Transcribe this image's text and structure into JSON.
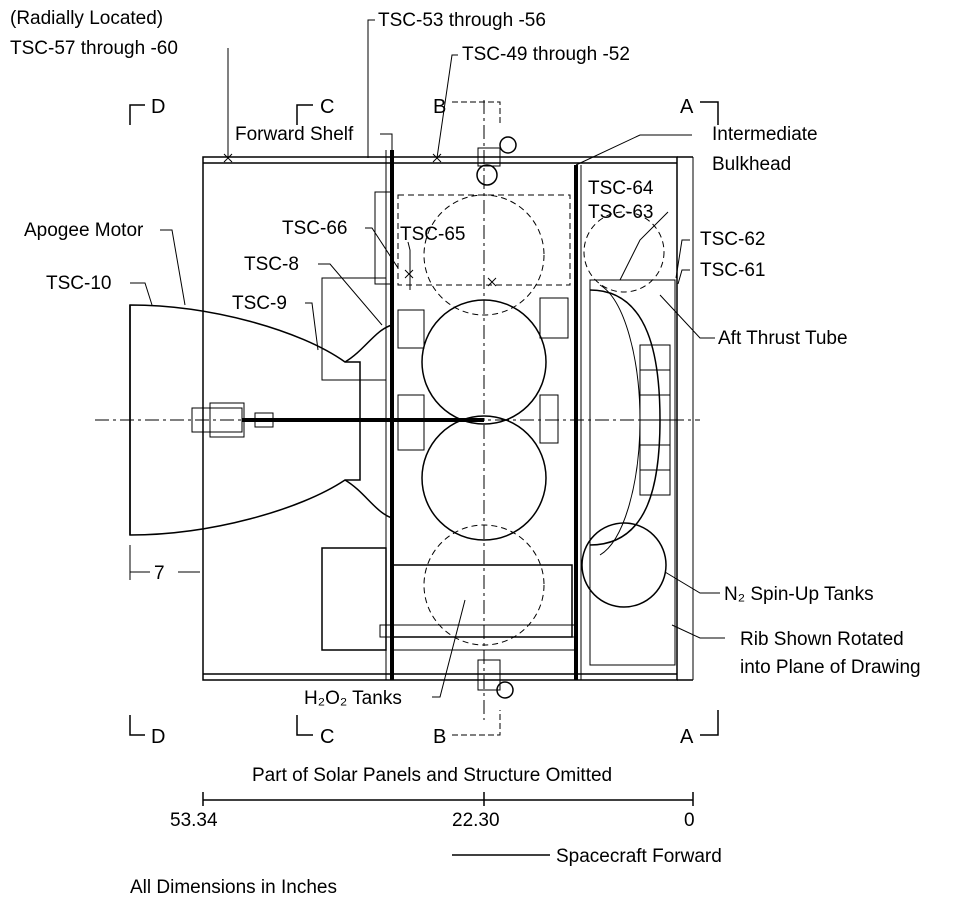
{
  "labels": {
    "radially_located": "(Radially Located)",
    "tsc_57_60": "TSC-57 through -60",
    "tsc_53_56": "TSC-53 through -56",
    "tsc_49_52": "TSC-49 through -52",
    "forward_shelf": "Forward Shelf",
    "intermediate_bulkhead_1": "Intermediate",
    "intermediate_bulkhead_2": "Bulkhead",
    "tsc_64": "TSC-64",
    "tsc_63": "TSC-63",
    "tsc_62": "TSC-62",
    "tsc_61": "TSC-61",
    "apogee_motor": "Apogee Motor",
    "tsc_66": "TSC-66",
    "tsc_65": "TSC-65",
    "tsc_8": "TSC-8",
    "tsc_10": "TSC-10",
    "tsc_9": "TSC-9",
    "aft_thrust_tube": "Aft Thrust Tube",
    "n2_spinup_tanks": "N₂ Spin-Up Tanks",
    "rib_line1": "Rib Shown Rotated",
    "rib_line2": "into Plane of Drawing",
    "h2o2_tanks": "H₂O₂ Tanks",
    "part_omitted": "Part of Solar Panels and Structure Omitted",
    "spacecraft_forward": "Spacecraft Forward",
    "all_dimensions": "All Dimensions in Inches",
    "dim_7": "7"
  },
  "sections": {
    "d": "D",
    "c": "C",
    "b": "B",
    "a": "A"
  },
  "scale": {
    "left": "53.34",
    "mid": "22.30",
    "right": "0"
  }
}
